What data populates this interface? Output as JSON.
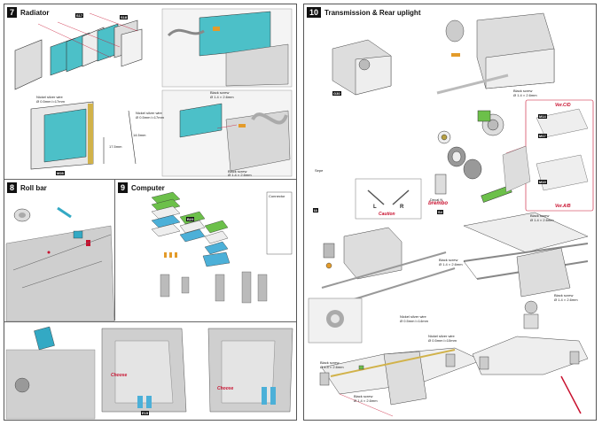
{
  "steps": [
    {
      "number": "7",
      "title": "Radiator"
    },
    {
      "number": "8",
      "title": "Roll bar"
    },
    {
      "number": "9",
      "title": "Computer"
    },
    {
      "number": "10",
      "title": "Transmission & Rear uplight"
    }
  ],
  "labels": {
    "nickel_wire_1": "Nickel silver wire",
    "nickel_wire_1b": "Ø 0.5mm l=17mm",
    "black_screw_1": "Black screw",
    "black_screw_1b": "Ø 1.4 × 2.6mm",
    "nickel_wire_2": "Nickel silver wire",
    "nickel_wire_2b": "Ø 0.5mm l=17mm",
    "dim_17_5": "17.5mm",
    "dim_14": "14.5mm",
    "black_screw_2": "Black screw",
    "black_screw_2b": "Ø 1.4 × 2.6mm",
    "connector": "Connector",
    "choose_1": "Choose",
    "choose_2": "Choose",
    "caution": "Caution",
    "caution_l": "L",
    "caution_r": "R",
    "brembo": "brembo",
    "ver_cd": "Ver.C/D",
    "ver_ab": "Ver.A/B",
    "black_screw_3": "Black screw",
    "black_screw_3b": "Ø 1.4 × 2.6mm",
    "black_screw_4": "Black screw",
    "black_screw_4b": "Ø 1.4 × 2.6mm",
    "black_screw_5": "Black screw",
    "black_screw_5b": "Ø 1.4 × 2.6mm",
    "black_screw_6": "Black screw",
    "black_screw_6b": "Ø 1.4 × 2.6mm",
    "nickel_wire_3": "Nickel silver wire",
    "nickel_wire_3b": "Ø 0.5mm l=14mm",
    "nickel_wire_4": "Nickel silver wire",
    "nickel_wire_4b": "Ø 0.5mm l=10mm",
    "black_screw_7": "Black screw",
    "black_screw_7b": "Ø 1.4 × 2.6mm",
    "black_screw_8": "Black screw",
    "black_screw_8b": "Ø 1.4 × 2.6mm",
    "sepe": "Sepe",
    "decal_n": "Decal N",
    "part_s1": "S17",
    "part_s2": "S18",
    "part_m28": "M28",
    "part_b23": "B23",
    "part_e15": "E15",
    "part_g30": "G30",
    "part_m14": "M14",
    "part_m17": "M17",
    "part_s4": "S4",
    "part_m19": "M19",
    "part_ia": "IA"
  }
}
